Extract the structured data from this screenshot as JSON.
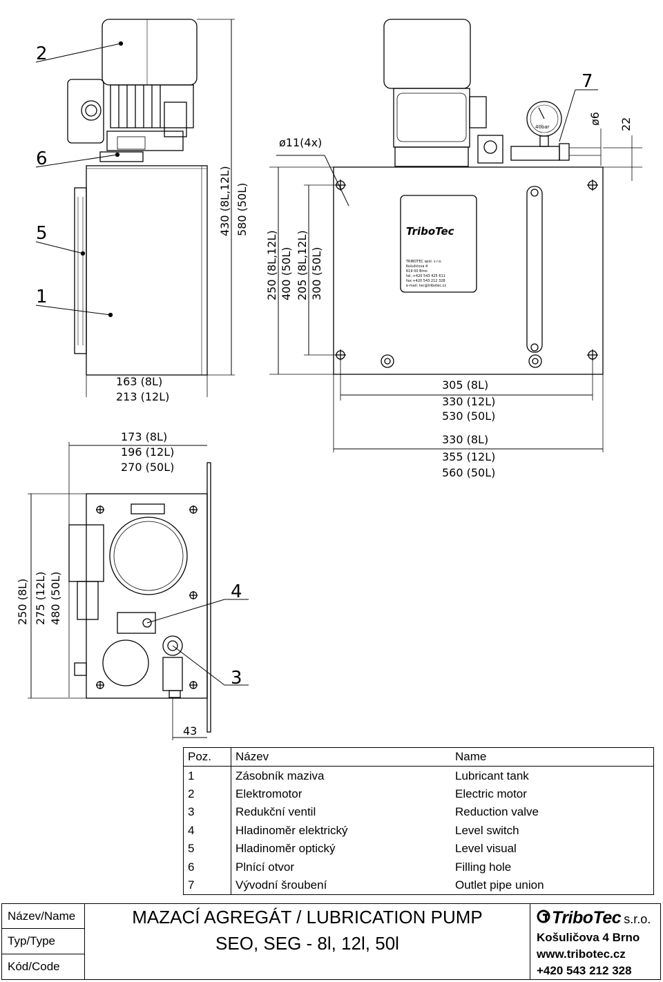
{
  "callouts": [
    "2",
    "6",
    "5",
    "1",
    "7",
    "4",
    "3"
  ],
  "dimensions": {
    "hole": "ø11(4x)",
    "tank_height_overall_a": "430 (8L,12L)",
    "tank_height_overall_b": "580 (50L)",
    "height_250": "250 (8L,12L)",
    "height_400": "400 (50L)",
    "height_205": "205 (8L,12L)",
    "height_300": "300 (50L)",
    "depth_a": "163 (8L)",
    "depth_b": "213 (12L)",
    "width_a": "305 (8L)",
    "width_b": "330 (12L)",
    "width_c": "530 (50L)",
    "side_a": "173 (8L)",
    "side_b": "196 (12L)",
    "side_c": "270 (50L)",
    "front_a": "330 (8L)",
    "front_b": "355 (12L)",
    "front_c": "560 (50L)",
    "bottom_a": "250 (8L)",
    "bottom_b": "275 (12L)",
    "bottom_c": "480 (50L)",
    "outlet_offset": "43",
    "pipe_diameter": "ø6",
    "pipe_height": "22"
  },
  "gauge_label": "40bar",
  "nameplate": {
    "brand": "TriboTec",
    "lines": [
      "TRIBOTEC spol. s r.o.",
      "Košuličova 4",
      "619 00 Brno",
      "tel.:+420 543 425 611",
      "fax:+420 543 212 328",
      "e-mail: tec@tribotec.cz"
    ]
  },
  "parts_table": {
    "headers": {
      "pos": "Poz.",
      "cz": "Název",
      "en": "Name"
    },
    "rows": [
      {
        "pos": "1",
        "cz": "Zásobník maziva",
        "en": "Lubricant tank"
      },
      {
        "pos": "2",
        "cz": "Elektromotor",
        "en": "Electric motor"
      },
      {
        "pos": "3",
        "cz": "Redukční ventil",
        "en": "Reduction valve"
      },
      {
        "pos": "4",
        "cz": "Hladinoměr elektrický",
        "en": "Level switch"
      },
      {
        "pos": "5",
        "cz": "Hladinoměr optický",
        "en": "Level visual"
      },
      {
        "pos": "6",
        "cz": "Plnící otvor",
        "en": "Filling hole"
      },
      {
        "pos": "7",
        "cz": "Vývodní šroubení",
        "en": "Outlet pipe union"
      }
    ]
  },
  "title_block": {
    "label_name": "Název/Name",
    "label_type": "Typ/Type",
    "label_code": "Kód/Code",
    "title": "MAZACÍ AGREGÁT / LUBRICATION PUMP",
    "type": "SEO, SEG - 8l, 12l, 50l",
    "company_logo": "TriboTec",
    "company_suffix": "s.r.o.",
    "address": "Košuličova 4 Brno",
    "web": "www.tribotec.cz",
    "phone": "+420 543 212 328"
  }
}
